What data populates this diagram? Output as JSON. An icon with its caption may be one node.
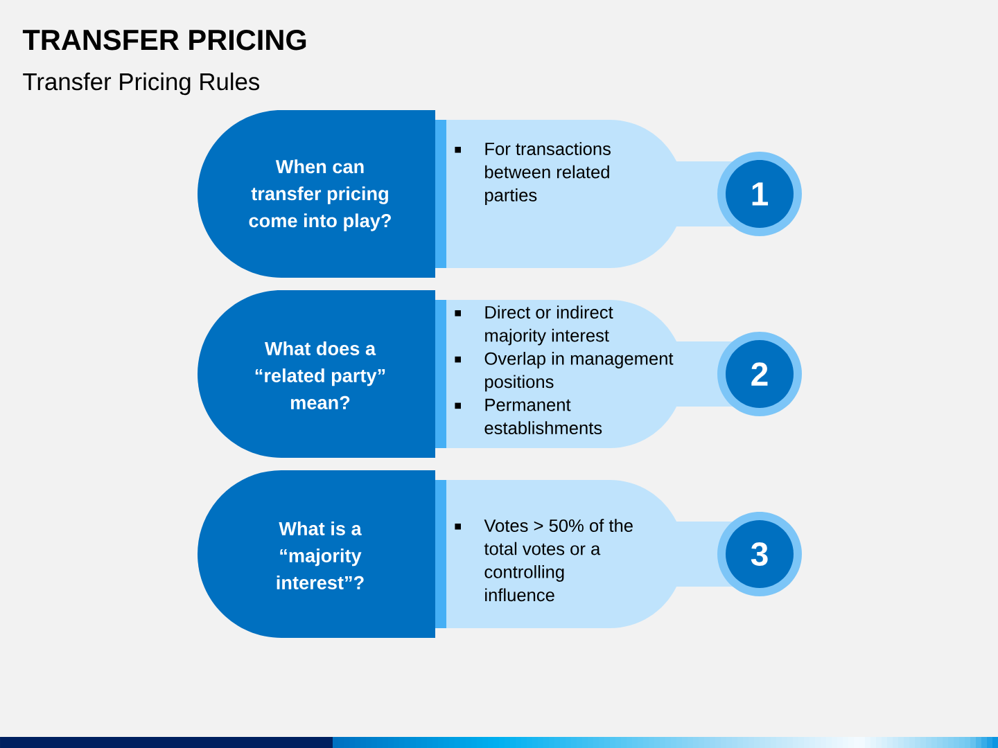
{
  "diagram": {
    "title": "TRANSFER PRICING",
    "nodes": [
      {
        "text": [
          "When can transfer pricing come into play?"
        ]
      },
      {
        "text": [
          "For transactions between related parties"
        ]
      },
      {
        "text": [
          "1"
        ]
      },
      {
        "text": [
          "What does a “related party” mean?"
        ]
      },
      {
        "text": [
          "Direct or indirect majority interest",
          "Overlap in management positions",
          "Permanent establishments"
        ]
      },
      {
        "text": [
          "2"
        ]
      },
      {
        "text": [
          "What is a “majority interest”?"
        ]
      },
      {
        "text": [
          "Votes > 50% of the total votes or a controlling influence"
        ]
      },
      {
        "text": [
          "3"
        ]
      }
    ],
    "labels": [
      "Transfer Pricing Rules"
    ]
  }
}
